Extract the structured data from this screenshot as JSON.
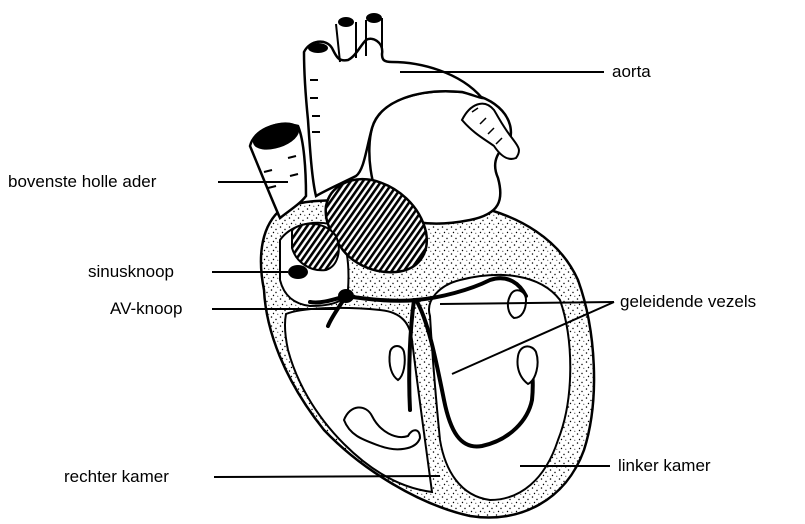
{
  "labels": {
    "aorta": "aorta",
    "superior_vena_cava": "bovenste holle ader",
    "sinus_node": "sinusknoop",
    "av_node": "AV-knoop",
    "conducting_fibers": "geleidende vezels",
    "right_ventricle": "rechter kamer",
    "left_ventricle": "linker kamer"
  },
  "colors": {
    "ink": "#000000",
    "paper": "#ffffff"
  }
}
